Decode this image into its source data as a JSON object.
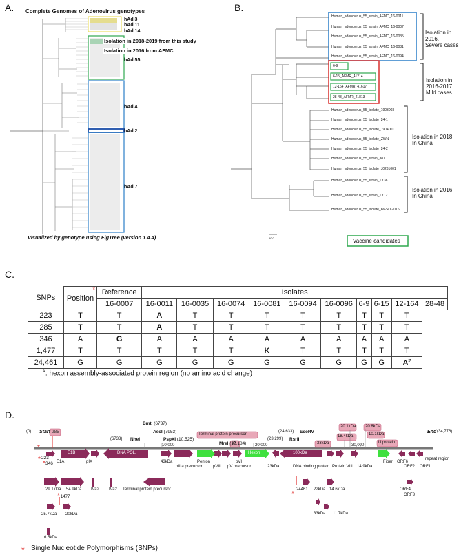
{
  "panel_letters": {
    "a": "A.",
    "b": "B.",
    "c": "C.",
    "d": "D."
  },
  "panelA": {
    "title": "Complete Genomes of Adenovirus genotypes",
    "labels": {
      "hAd3": "hAd 3",
      "hAd11": "hAd 11",
      "hAd14": "hAd 14",
      "hAd55": "hAd 55",
      "hAd4": "hAd 4",
      "hAd2": "hAd 2",
      "hAd7": "hAd 7"
    },
    "legend1": "Isolation in 2018-2019 from this study",
    "legend2": "Isolation in 2016 from AFMC",
    "footer": "Visualized by genotype using FigTree (version 1.4.4)",
    "colors": {
      "green": "#2fa84f",
      "blue": "#2c7fc8",
      "yellow": "#e8d84a",
      "darkblue": "#1e4fa8"
    }
  },
  "panelB": {
    "severe_taxa": [
      "Human_adenovirus_55_strain_AFMC_16-0011",
      "Human_adenovirus_55_strain_AFMC_16-0007",
      "Human_adenovirus_55_strain_AFMC_16-0035",
      "Human_adenovirus_55_strain_AFMC_16-0081",
      "Human_adenovirus_55_strain_AFMC_16-0094"
    ],
    "mild_taxa": [
      "6-9",
      "6-15_AFMR_41214",
      "12-164_AFMR_41617",
      "28-48_AFMR_41813"
    ],
    "china2018_taxa": [
      "Human_adenovirus_55_isolate_1903003",
      "Human_adenovirus_55_isolate_24-1",
      "Human_adenovirus_55_isolate_1904001",
      "Human_adenovirus_55_isolate_ZWN",
      "Human_adenovirus_55_isolate_24-2",
      "Human_adenovirus_55_strain_387",
      "Human_adenovirus_55_isolate_J0231001"
    ],
    "china2016_taxa": [
      "Human_adenovirus_55_strain_TY36",
      "Human_adenovirus_55_strain_TY12",
      "Human_adenovirus_55_isolate_66-SD-2016"
    ],
    "groups": {
      "severe": [
        "Isolation in 2016,",
        "Severe cases"
      ],
      "mild": [
        "Isolation in 2016-2017,",
        "Mild cases"
      ],
      "china2018": [
        "Isolation in 2018",
        "In China"
      ],
      "china2016": [
        "Isolation in 2016",
        "In China"
      ]
    },
    "vaccine_label": "Vaccine candidates",
    "scale_label": "50.0",
    "colors": {
      "blue": "#2c7fc8",
      "green": "#2fa84f",
      "red": "#d8312e"
    }
  },
  "panelC": {
    "row_header": "SNPs",
    "position_header": "Position",
    "reference_header": "Reference",
    "isolates_header": "Isolates",
    "footnote_mark": "#",
    "footnote_text": ": hexon assembly-associated protein region  (no amino acid change)",
    "asterisk": "*",
    "columns": [
      "16-0007",
      "16-0011",
      "16-0035",
      "16-0074",
      "16-0081",
      "16-0094",
      "16-0096",
      "6-9",
      "6-15",
      "12-164",
      "28-48"
    ],
    "rows": [
      {
        "position": "223",
        "values": [
          "T",
          "T",
          "A",
          "T",
          "T",
          "T",
          "T",
          "T",
          "T",
          "T",
          "T"
        ]
      },
      {
        "position": "285",
        "values": [
          "T",
          "T",
          "A",
          "T",
          "T",
          "T",
          "T",
          "T",
          "T",
          "T",
          "T"
        ]
      },
      {
        "position": "346",
        "values": [
          "A",
          "G",
          "A",
          "A",
          "A",
          "A",
          "A",
          "A",
          "A",
          "A",
          "A"
        ]
      },
      {
        "position": "1,477",
        "values": [
          "T",
          "T",
          "T",
          "T",
          "T",
          "K",
          "T",
          "T",
          "T",
          "T",
          "T"
        ]
      },
      {
        "position": "24,461",
        "values": [
          "G",
          "G",
          "G",
          "G",
          "G",
          "G",
          "G",
          "G",
          "G",
          "G",
          "A"
        ]
      }
    ],
    "last_sup": "#"
  },
  "panelD": {
    "start": "Start",
    "zero": "(0)",
    "end": "End",
    "end_pos": "(34,776)",
    "top_labels": {
      "bmti": "BmtI",
      "bmti_pos": "(6737)",
      "asci": "AscI",
      "asci_pos": "(7953)",
      "nhei_pos": "(6733)",
      "nhei": "NheI",
      "pspxi": "PspXI",
      "pspxi_pos": "(10,525)",
      "mrei": "MreI",
      "mrei_pos": "(15,184)",
      "rsrii_pos1": "(23,299)",
      "rsrii": "RsrII",
      "ecorv_pos": "(24,633)",
      "ecorv": "EcoRV",
      "tpp": "Terminal protein precursor",
      "px": "pX",
      "kda33": "33kDa",
      "kda184": "18.4kDa",
      "kda201": "20.1kDa",
      "kda208": "20.8kDa",
      "kda101": "10.1kDa",
      "uprot": "U protein",
      "pos285": "285"
    },
    "ticks": [
      "10,000",
      "20,000",
      "30,000"
    ],
    "genes_row1": {
      "e1b": "E1B",
      "dnapol": "DNA POL.",
      "penton": "Penton",
      "hexon": "Hexon",
      "kda100": "100kDa"
    },
    "labels_row1": {
      "e1a": "E1A",
      "pix": "pIX",
      "kda43": "43kDa",
      "piiia": "pIIIa precursor",
      "pvii": "pVII",
      "pv": "pV precursor",
      "pvi": "pVI",
      "kda23": "23kDa",
      "dbp": "DNA binding protein",
      "pviii": "Protein VIII",
      "kda149": "14.9kDa",
      "fiber": "Fiber",
      "orf6": "ORF6",
      "orf2": "ORF2",
      "orf1": "ORF1",
      "repeat": "repeat region",
      "s223": "223",
      "s346": "346"
    },
    "labels_row2": {
      "kda291": "29.1kDa",
      "kda549": "54.9kDa",
      "iva2a": "IVa2",
      "iva2b": "IVa2",
      "tpp2": "Terminal protein precursor",
      "s24461": "24461",
      "kda22": "22kDa",
      "kda146": "14.6kDa",
      "orf4": "ORF4",
      "orf3": "ORF3"
    },
    "labels_row3": {
      "kda257": "25.7kDa",
      "kda20": "20kDa",
      "s1477": "1477",
      "kda33b": "33kDa",
      "kda117": "11.7kDa",
      "kda65": "6.5kDa"
    },
    "legend": "Single Nucleotide Polymorphisms (SNPs)",
    "colors": {
      "gene": "#8b2a5a",
      "highlight": "#3fe03f",
      "label_box": "#e8a8b8",
      "snp": "#e0302e",
      "axis": "#777777"
    }
  }
}
